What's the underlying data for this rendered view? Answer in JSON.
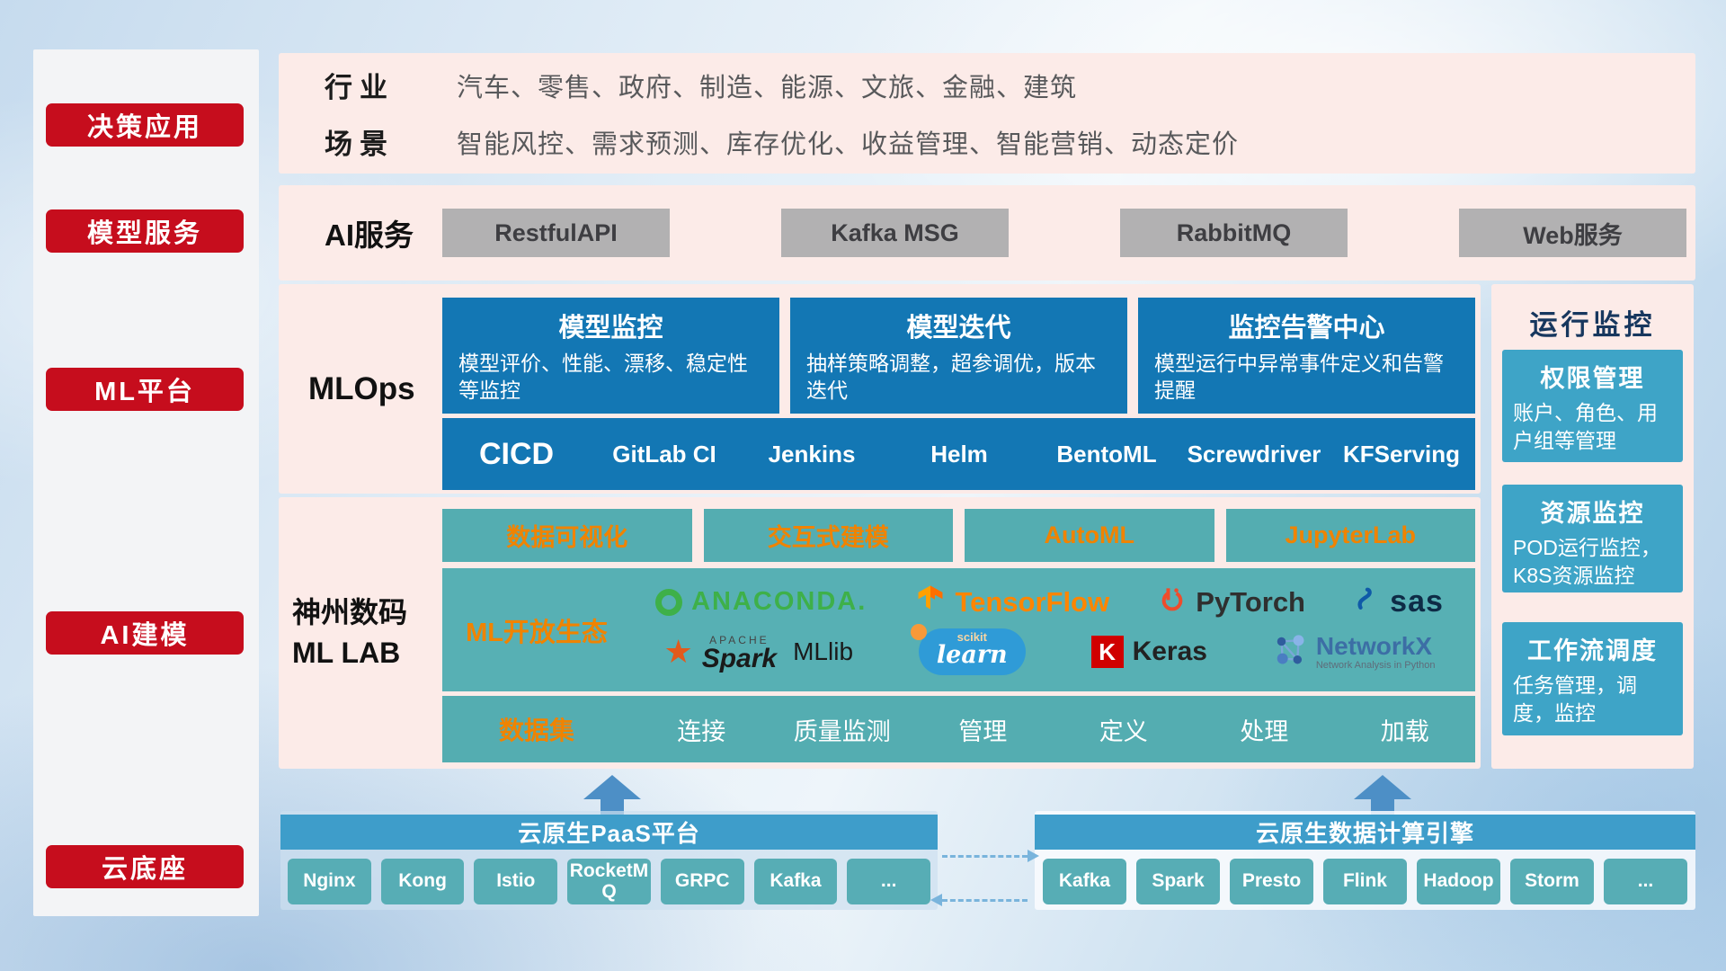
{
  "colors": {
    "accent_red": "#c60d1d",
    "panel_pink": "#fcebe8",
    "deep_blue": "#1377b4",
    "teal": "#54adb1",
    "cyan_card": "#3ea4c7",
    "orange": "#f08300",
    "bar_blue": "#3e9dca",
    "gray_button": "#b2b1b2",
    "arrow_blue": "#4d8fc6",
    "navy_text": "#17375e"
  },
  "sidebar": {
    "items": [
      "决策应用",
      "模型服务",
      "ML平台",
      "AI建模",
      "云底座"
    ]
  },
  "industry": {
    "rows": [
      {
        "label": "行业",
        "content": "汽车、零售、政府、制造、能源、文旅、金融、建筑"
      },
      {
        "label": "场景",
        "content": "智能风控、需求预测、库存优化、收益管理、智能营销、动态定价"
      }
    ]
  },
  "ai_service": {
    "label": "AI服务",
    "services": [
      "RestfulAPI",
      "Kafka MSG",
      "RabbitMQ",
      "Web服务"
    ]
  },
  "mlops": {
    "label": "MLOps",
    "cards": [
      {
        "title": "模型监控",
        "desc": "模型评价、性能、漂移、稳定性等监控"
      },
      {
        "title": "模型迭代",
        "desc": "抽样策略调整，超参调优，版本迭代"
      },
      {
        "title": "监控告警中心",
        "desc": "模型运行中异常事件定义和告警提醒"
      }
    ],
    "cicd_label": "CICD",
    "cicd_tools": [
      "GitLab CI",
      "Jenkins",
      "Helm",
      "BentoML",
      "Screwdriver",
      "KFServing"
    ]
  },
  "monitor": {
    "title": "运行监控",
    "cards": [
      {
        "title": "权限管理",
        "desc": "账户、角色、用户组等管理"
      },
      {
        "title": "资源监控",
        "desc": "POD运行监控，K8S资源监控"
      },
      {
        "title": "工作流调度",
        "desc": "任务管理，调度，监控"
      }
    ]
  },
  "mllab": {
    "label_line1": "神州数码",
    "label_line2": "ML LAB",
    "tools": [
      "数据可视化",
      "交互式建模",
      "AutoML",
      "JupyterLab"
    ],
    "eco_label": "ML开放生态",
    "logos": {
      "anaconda": "ANACONDA.",
      "tensorflow": "TensorFlow",
      "pytorch": "PyTorch",
      "sas": "sas",
      "apache": "APACHE",
      "spark": "Spark",
      "mllib": "MLlib",
      "scikit": "scikit",
      "learn": "learn",
      "keras_k": "K",
      "keras": "Keras",
      "networkx": "NetworkX",
      "networkx_sub": "Network Analysis in Python",
      "spark_star": "★"
    },
    "dataset_label": "数据集",
    "dataset_items": [
      "连接",
      "质量监测",
      "管理",
      "定义",
      "处理",
      "加载"
    ]
  },
  "cloud": {
    "paas_title": "云原生PaaS平台",
    "paas_items": [
      "Nginx",
      "Kong",
      "Istio",
      "RocketMQ",
      "GRPC",
      "Kafka",
      "..."
    ],
    "engine_title": "云原生数据计算引擎",
    "engine_items": [
      "Kafka",
      "Spark",
      "Presto",
      "Flink",
      "Hadoop",
      "Storm",
      "..."
    ]
  }
}
